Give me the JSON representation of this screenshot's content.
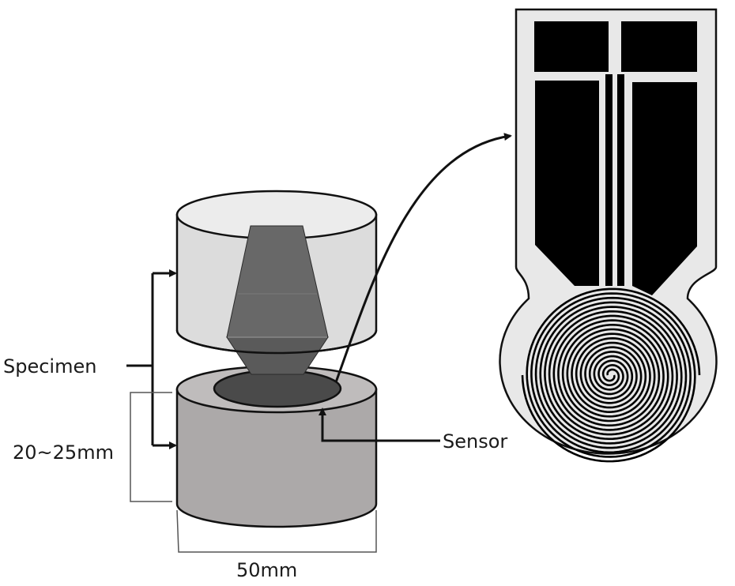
{
  "labels": {
    "specimen": "Specimen",
    "height": "20~25mm",
    "width": "50mm",
    "sensor": "Sensor"
  },
  "colors": {
    "outline": "#111111",
    "upper_cylinder_body": "#dcdcdc",
    "upper_cylinder_top": "#ececec",
    "cone": "#5e5e5e",
    "lower_cylinder_body": "#aca9a9",
    "lower_cylinder_top": "#bfbcbc",
    "sensor_disc": "#4a4a4a",
    "sensor_card": "#e8e8e8",
    "electrode": "#000000",
    "dimension_bracket": "#555555"
  },
  "icons": {
    "curved_arrow": "curved-arrow-icon",
    "specimen_arrows": "arrow-right-icon",
    "sensor_leader": "arrow-up-icon",
    "spiral": "spiral-electrode-icon"
  }
}
